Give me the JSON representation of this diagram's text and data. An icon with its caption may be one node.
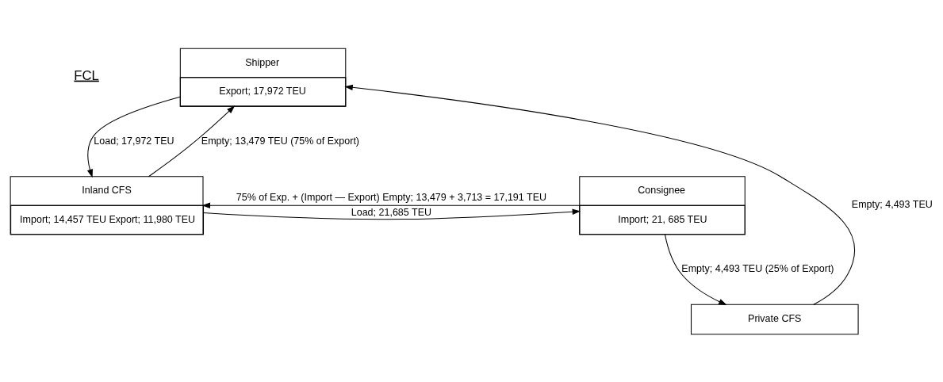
{
  "diagram": {
    "nodes": [
      {
        "text": [
          "Shipper",
          "Export; 17,972 TEU"
        ]
      },
      {
        "text": [
          "Private CFS"
        ]
      },
      {
        "text": [
          "Inland CFS",
          "Import; 14,457 TEU Export; 11,980 TEU"
        ]
      },
      {
        "text": [
          "Consignee",
          "Import; 21, 685 TEU"
        ]
      }
    ],
    "edges": [
      {
        "from": 0,
        "to": 2,
        "arrow": "to",
        "label": "Load; 17,972 TEU"
      },
      {
        "from": 2,
        "to": 0,
        "arrow": "to",
        "label": "Empty; 13,479 TEU (75% of Export)"
      },
      {
        "from": 1,
        "to": 0,
        "arrow": "to",
        "label": "Empty; 4,493 TEU"
      },
      {
        "from": 3,
        "to": 1,
        "arrow": "to",
        "label": "Empty; 4,493 TEU (25% of Export)"
      },
      {
        "from": 2,
        "to": 3,
        "arrow": "to",
        "label": "Load; 21,685 TEU"
      },
      {
        "from": 3,
        "to": 2,
        "arrow": "to",
        "label": "75% of Exp. + (Import — Export) Empty; 13,479 + 3,713 = 17,191 TEU"
      }
    ],
    "labels": [
      "FCL"
    ]
  }
}
